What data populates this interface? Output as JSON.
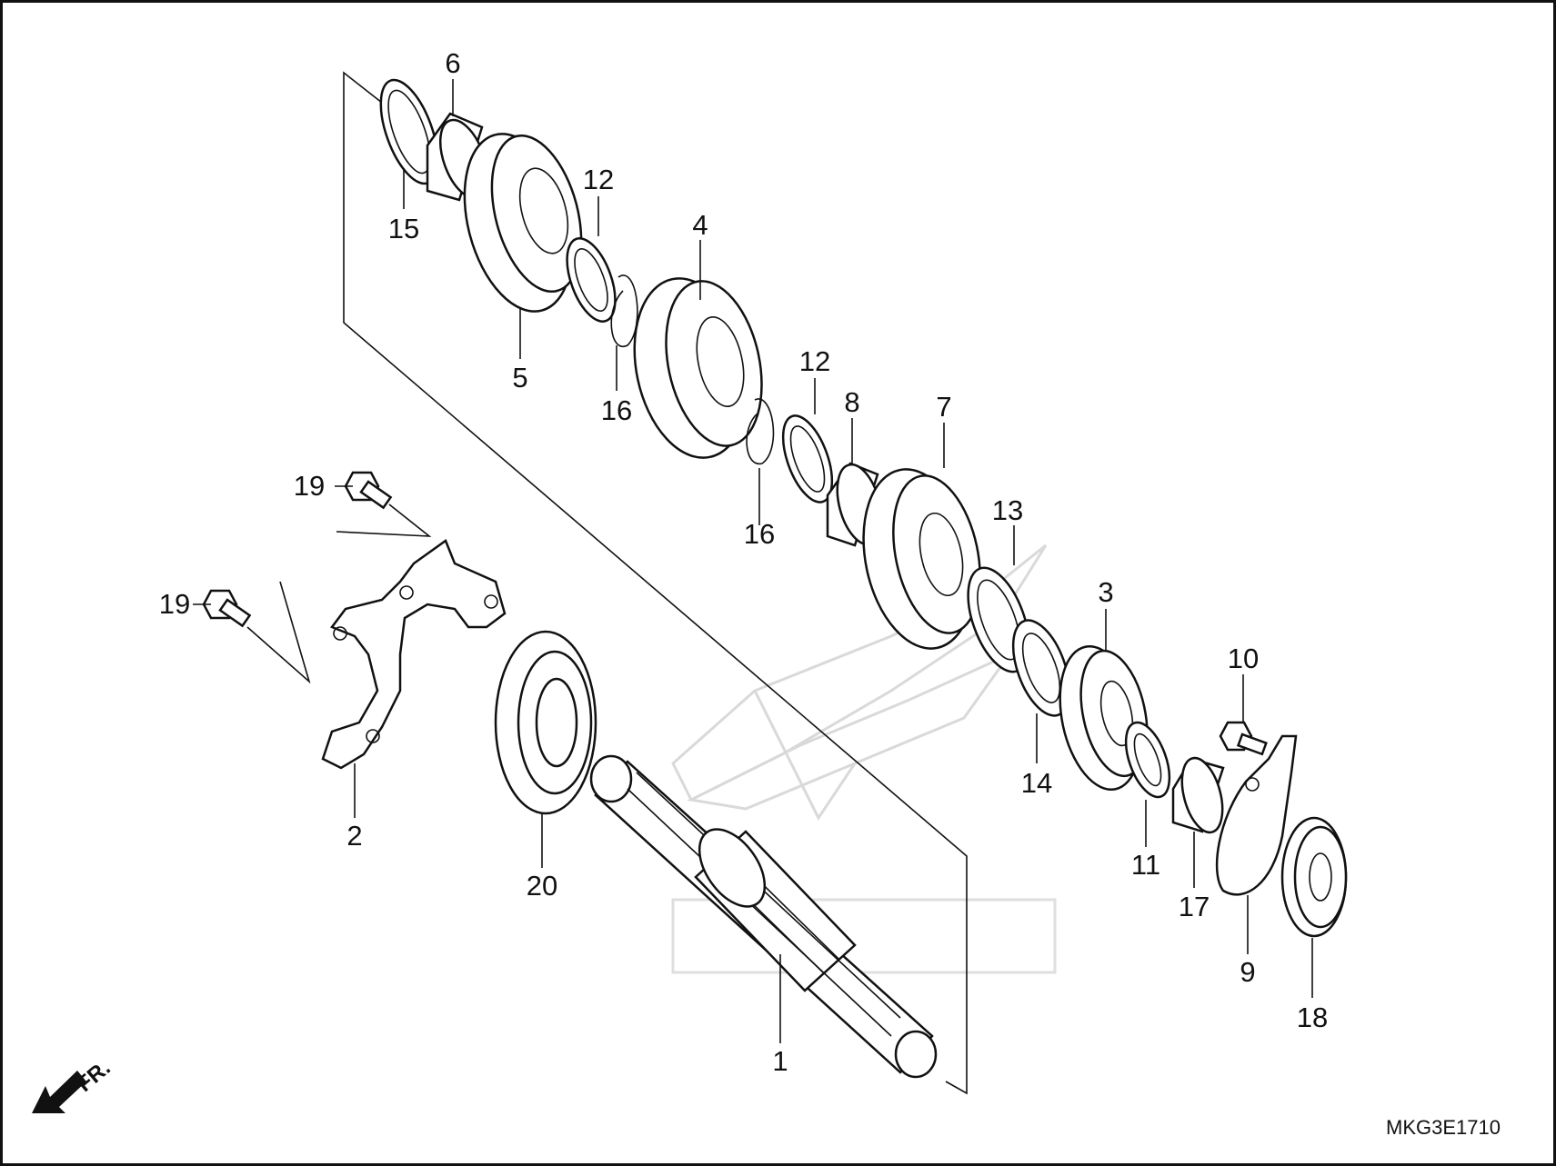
{
  "diagram": {
    "drawing_code": "MKG3E1710",
    "front_marker": "FR.",
    "callouts": [
      {
        "id": "c1",
        "number": "1"
      },
      {
        "id": "c2",
        "number": "2"
      },
      {
        "id": "c3",
        "number": "3"
      },
      {
        "id": "c4",
        "number": "4"
      },
      {
        "id": "c5",
        "number": "5"
      },
      {
        "id": "c6",
        "number": "6"
      },
      {
        "id": "c7",
        "number": "7"
      },
      {
        "id": "c8",
        "number": "8"
      },
      {
        "id": "c9",
        "number": "9"
      },
      {
        "id": "c10",
        "number": "10"
      },
      {
        "id": "c11",
        "number": "11"
      },
      {
        "id": "c12a",
        "number": "12"
      },
      {
        "id": "c12b",
        "number": "12"
      },
      {
        "id": "c13",
        "number": "13"
      },
      {
        "id": "c14",
        "number": "14"
      },
      {
        "id": "c15",
        "number": "15"
      },
      {
        "id": "c16a",
        "number": "16"
      },
      {
        "id": "c16b",
        "number": "16"
      },
      {
        "id": "c17",
        "number": "17"
      },
      {
        "id": "c18",
        "number": "18"
      },
      {
        "id": "c19a",
        "number": "19"
      },
      {
        "id": "c19b",
        "number": "19"
      },
      {
        "id": "c20",
        "number": "20"
      }
    ]
  }
}
